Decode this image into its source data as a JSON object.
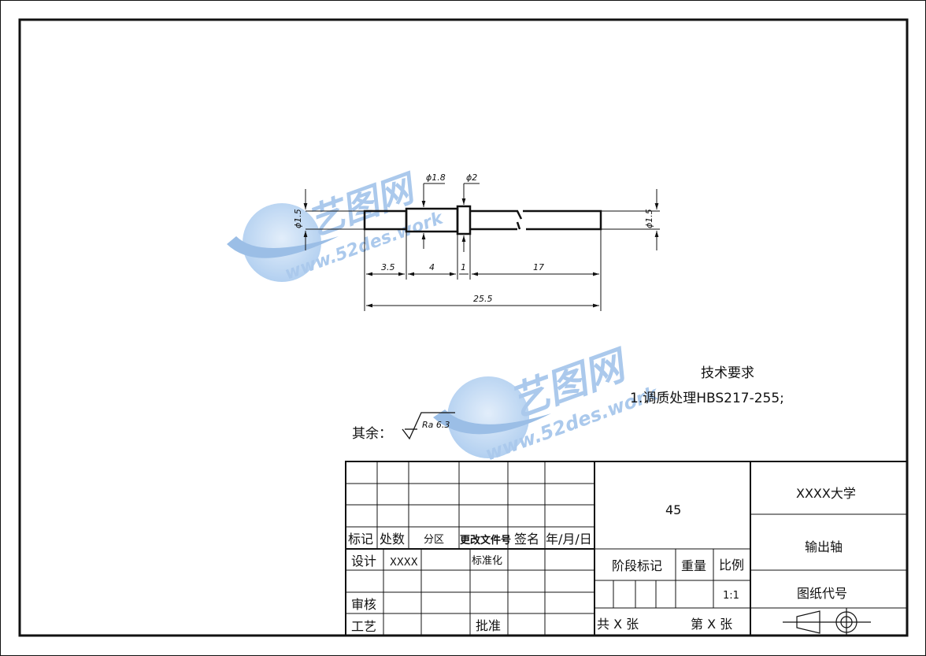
{
  "dimensions": {
    "dia_left": "ϕ1.5",
    "dia_right": "ϕ1.5",
    "dia_18": "ϕ1.8",
    "dia_2": "ϕ2",
    "len_35": "3.5",
    "len_4": "4",
    "len_1": "1",
    "len_17": "17",
    "len_total": "25.5"
  },
  "tech_requirements": {
    "title": "技术要求",
    "item1": "1.调质处理HBS217-255;"
  },
  "surface": {
    "prefix": "其余：",
    "roughness": "Ra 6.3"
  },
  "title_block": {
    "mark": "标记",
    "count": "处数",
    "zone": "分区",
    "change_doc": "更改文件号",
    "signature": "签名",
    "date": "年/月/日",
    "design": "设计",
    "designer": "XXXX",
    "standardize": "标准化",
    "review": "审核",
    "process": "工艺",
    "approve": "批准",
    "material": "45",
    "stage_mark": "阶段标记",
    "weight": "重量",
    "scale_label": "比例",
    "scale": "1:1",
    "total_sheets": "共 X 张",
    "sheet_no": "第 X 张",
    "university": "XXXX大学",
    "part_name": "输出轴",
    "drawing_no": "图纸代号"
  },
  "watermark": {
    "brand": "艺图网",
    "url": "www.52des.work"
  }
}
